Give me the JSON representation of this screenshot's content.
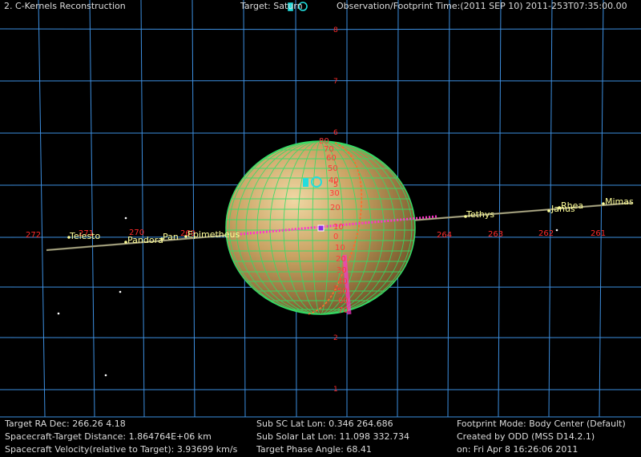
{
  "header": {
    "title": "2. C-Kernels Reconstruction",
    "target": "Target: Saturn",
    "time": "Observation/Footprint Time:(2011 SEP 10) 2011-253T07:35:00.00"
  },
  "ra_ticks": [
    "272",
    "271",
    "270",
    "269",
    "264",
    "263",
    "262",
    "261"
  ],
  "dec_ticks": [
    "8",
    "7",
    "6",
    "5",
    "3",
    "2",
    "1"
  ],
  "lat_ticks": [
    "80",
    "70",
    "60",
    "50",
    "40",
    "30",
    "20",
    "10",
    "0",
    "10",
    "20",
    "30",
    "40",
    "50",
    "60",
    "70"
  ],
  "moons": [
    "Telesto",
    "Pandora",
    "Pan",
    "Epimetheus",
    "Tethys",
    "Janus",
    "Rhea",
    "Mimas"
  ],
  "footer": {
    "left": [
      "Target RA Dec: 266.26   4.18",
      "Spacecraft-Target Distance: 1.864764E+06 km",
      "Spacecraft Velocity(relative to Target): 3.93699 km/s"
    ],
    "middle": [
      "Sub SC Lat Lon:  0.346  264.686",
      "Sub Solar Lat Lon: 11.098  332.734",
      "Target Phase Angle: 68.41"
    ],
    "right": [
      "Footprint Mode: Body Center (Default)",
      "Created by ODD (MSS D14.2.1)",
      "on: Fri Apr  8 16:26:06 2011"
    ]
  },
  "colors": {
    "grid": "#3d8fe0",
    "planet": "#c8a060",
    "planet_grid": "#33dd66",
    "label_red": "#ff2a2a",
    "moon_label": "#ffff99",
    "footprint": "#ff33cc",
    "text": "#dcdcdc"
  }
}
